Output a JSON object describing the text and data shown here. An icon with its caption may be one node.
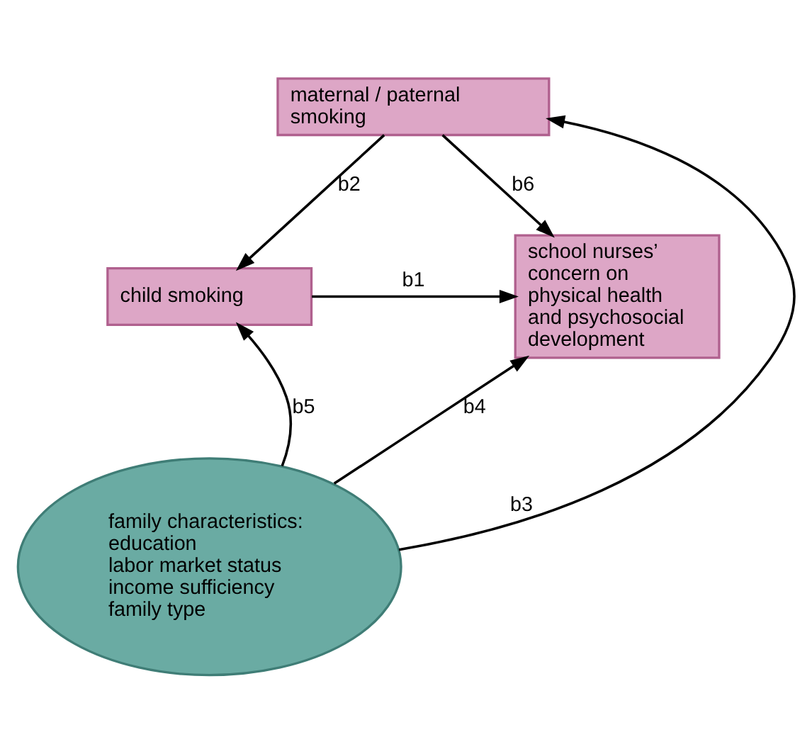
{
  "diagram": {
    "nodes": [
      {
        "text": [
          "maternal / paternal smoking"
        ]
      },
      {
        "text": [
          "child smoking"
        ]
      },
      {
        "text": [
          "school nurses’ concern on physical health and psychosocial development"
        ]
      },
      {
        "text": [
          "family characteristics:",
          "education",
          "labor market status",
          "income sufficiency",
          "family type"
        ]
      }
    ],
    "edges": [
      {
        "from": 0,
        "to": 2,
        "arrow": "to",
        "label": "b6"
      },
      {
        "from": 0,
        "to": 1,
        "arrow": "to",
        "label": "b2"
      },
      {
        "from": 1,
        "to": 2,
        "arrow": "to",
        "label": "b1"
      },
      {
        "from": 3,
        "to": 1,
        "arrow": "to",
        "label": "b5"
      },
      {
        "from": 3,
        "to": 2,
        "arrow": "to",
        "label": "b4"
      },
      {
        "from": 3,
        "to": 0,
        "arrow": "to",
        "label": "b3"
      }
    ]
  }
}
